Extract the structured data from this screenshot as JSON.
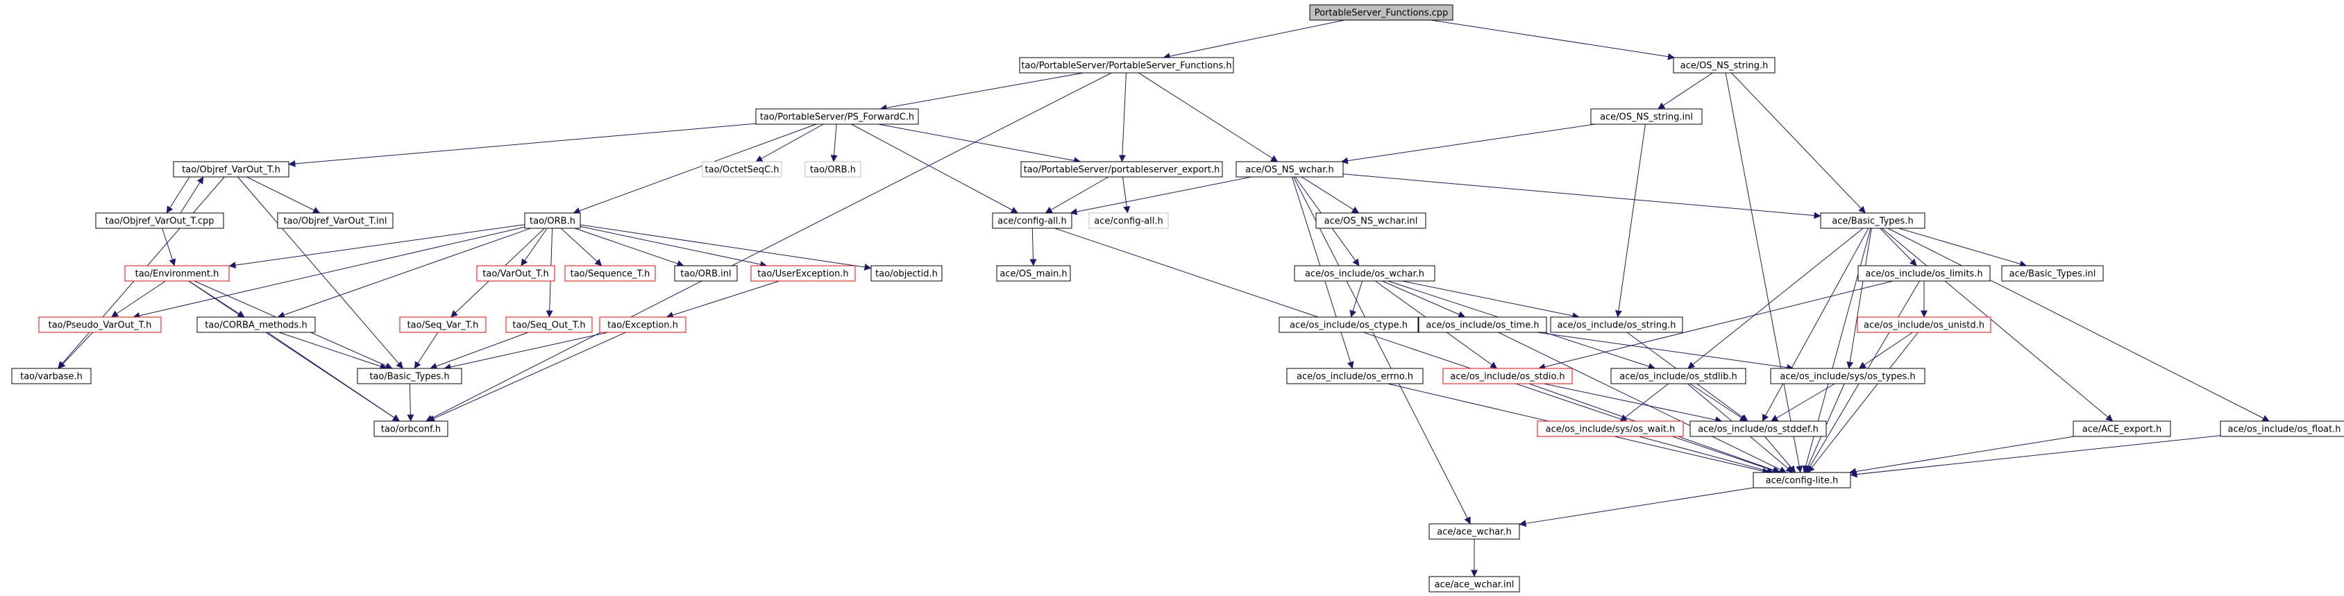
{
  "nodes": [
    {
      "id": "root",
      "label": "PortableServer_Functions.cpp",
      "style": "root"
    },
    {
      "id": "psf_h",
      "label": "tao/PortableServer/PortableServer_Functions.h",
      "style": "normal"
    },
    {
      "id": "os_ns_string_h",
      "label": "ace/OS_NS_string.h",
      "style": "normal"
    },
    {
      "id": "ps_fwd",
      "label": "tao/PortableServer/PS_ForwardC.h",
      "style": "normal"
    },
    {
      "id": "os_ns_string_inl",
      "label": "ace/OS_NS_string.inl",
      "style": "normal"
    },
    {
      "id": "objref_h",
      "label": "tao/Objref_VarOut_T.h",
      "style": "normal"
    },
    {
      "id": "octetseq",
      "label": "tao/OctetSeqC.h",
      "style": "grey"
    },
    {
      "id": "orb_h_grey",
      "label": "tao/ORB.h",
      "style": "grey"
    },
    {
      "id": "ps_export",
      "label": "tao/PortableServer/portableserver_export.h",
      "style": "normal"
    },
    {
      "id": "os_ns_wchar_h",
      "label": "ace/OS_NS_wchar.h",
      "style": "normal"
    },
    {
      "id": "objref_cpp",
      "label": "tao/Objref_VarOut_T.cpp",
      "style": "normal"
    },
    {
      "id": "objref_inl",
      "label": "tao/Objref_VarOut_T.inl",
      "style": "normal"
    },
    {
      "id": "orb_h",
      "label": "tao/ORB.h",
      "style": "normal"
    },
    {
      "id": "config_all_h",
      "label": "ace/config-all.h",
      "style": "normal"
    },
    {
      "id": "config_all_grey",
      "label": "ace/config-all.h",
      "style": "grey"
    },
    {
      "id": "os_ns_wchar_inl",
      "label": "ace/OS_NS_wchar.inl",
      "style": "normal"
    },
    {
      "id": "basic_types_ace",
      "label": "ace/Basic_Types.h",
      "style": "normal"
    },
    {
      "id": "environment",
      "label": "tao/Environment.h",
      "style": "red"
    },
    {
      "id": "varout",
      "label": "tao/VarOut_T.h",
      "style": "red"
    },
    {
      "id": "sequence",
      "label": "tao/Sequence_T.h",
      "style": "red"
    },
    {
      "id": "orb_inl",
      "label": "tao/ORB.inl",
      "style": "normal"
    },
    {
      "id": "userexc",
      "label": "tao/UserException.h",
      "style": "red"
    },
    {
      "id": "objectid",
      "label": "tao/objectid.h",
      "style": "normal"
    },
    {
      "id": "os_main",
      "label": "ace/OS_main.h",
      "style": "normal"
    },
    {
      "id": "os_wchar",
      "label": "ace/os_include/os_wchar.h",
      "style": "normal"
    },
    {
      "id": "os_limits",
      "label": "ace/os_include/os_limits.h",
      "style": "normal"
    },
    {
      "id": "basic_types_inl",
      "label": "ace/Basic_Types.inl",
      "style": "normal"
    },
    {
      "id": "pseudo",
      "label": "tao/Pseudo_VarOut_T.h",
      "style": "red"
    },
    {
      "id": "corba_methods",
      "label": "tao/CORBA_methods.h",
      "style": "normal"
    },
    {
      "id": "seq_var",
      "label": "tao/Seq_Var_T.h",
      "style": "red"
    },
    {
      "id": "seq_out",
      "label": "tao/Seq_Out_T.h",
      "style": "red"
    },
    {
      "id": "exception",
      "label": "tao/Exception.h",
      "style": "red"
    },
    {
      "id": "os_ctype",
      "label": "ace/os_include/os_ctype.h",
      "style": "normal"
    },
    {
      "id": "os_time",
      "label": "ace/os_include/os_time.h",
      "style": "normal"
    },
    {
      "id": "os_string",
      "label": "ace/os_include/os_string.h",
      "style": "normal"
    },
    {
      "id": "os_unistd",
      "label": "ace/os_include/os_unistd.h",
      "style": "red"
    },
    {
      "id": "varbase",
      "label": "tao/varbase.h",
      "style": "normal"
    },
    {
      "id": "basic_types_tao",
      "label": "tao/Basic_Types.h",
      "style": "normal"
    },
    {
      "id": "os_errno",
      "label": "ace/os_include/os_errno.h",
      "style": "normal"
    },
    {
      "id": "os_stdio",
      "label": "ace/os_include/os_stdio.h",
      "style": "red"
    },
    {
      "id": "os_stdlib",
      "label": "ace/os_include/os_stdlib.h",
      "style": "normal"
    },
    {
      "id": "os_types",
      "label": "ace/os_include/sys/os_types.h",
      "style": "normal"
    },
    {
      "id": "orbconf",
      "label": "tao/orbconf.h",
      "style": "normal"
    },
    {
      "id": "os_wait",
      "label": "ace/os_include/sys/os_wait.h",
      "style": "red"
    },
    {
      "id": "os_stddef",
      "label": "ace/os_include/os_stddef.h",
      "style": "normal"
    },
    {
      "id": "ace_export",
      "label": "ace/ACE_export.h",
      "style": "normal"
    },
    {
      "id": "os_float",
      "label": "ace/os_include/os_float.h",
      "style": "normal"
    },
    {
      "id": "config_lite",
      "label": "ace/config-lite.h",
      "style": "normal"
    },
    {
      "id": "ace_wchar_h",
      "label": "ace/ace_wchar.h",
      "style": "normal"
    },
    {
      "id": "ace_wchar_inl",
      "label": "ace/ace_wchar.inl",
      "style": "normal"
    }
  ],
  "edges": [
    [
      "root",
      "psf_h"
    ],
    [
      "root",
      "os_ns_string_h"
    ],
    [
      "psf_h",
      "ps_fwd"
    ],
    [
      "psf_h",
      "ps_export"
    ],
    [
      "psf_h",
      "os_ns_wchar_h"
    ],
    [
      "psf_h",
      "orbconf"
    ],
    [
      "os_ns_string_h",
      "os_ns_string_inl"
    ],
    [
      "os_ns_string_h",
      "basic_types_ace"
    ],
    [
      "os_ns_string_h",
      "config_lite"
    ],
    [
      "ps_fwd",
      "objref_h"
    ],
    [
      "ps_fwd",
      "octetseq"
    ],
    [
      "ps_fwd",
      "orb_h_grey"
    ],
    [
      "ps_fwd",
      "ps_export"
    ],
    [
      "ps_fwd",
      "orb_h"
    ],
    [
      "ps_fwd",
      "config_all_h"
    ],
    [
      "os_ns_string_inl",
      "os_ns_wchar_h"
    ],
    [
      "os_ns_string_inl",
      "os_string"
    ],
    [
      "objref_h",
      "objref_cpp"
    ],
    [
      "objref_h",
      "objref_inl"
    ],
    [
      "objref_h",
      "varbase"
    ],
    [
      "objref_h",
      "basic_types_tao"
    ],
    [
      "objref_cpp",
      "objref_h"
    ],
    [
      "objref_cpp",
      "environment"
    ],
    [
      "ps_export",
      "config_all_h"
    ],
    [
      "ps_export",
      "config_all_grey"
    ],
    [
      "os_ns_wchar_h",
      "config_all_h"
    ],
    [
      "os_ns_wchar_h",
      "os_ns_wchar_inl"
    ],
    [
      "os_ns_wchar_h",
      "basic_types_ace"
    ],
    [
      "os_ns_wchar_h",
      "os_wchar"
    ],
    [
      "os_ns_wchar_h",
      "os_errno"
    ],
    [
      "os_ns_wchar_h",
      "ace_wchar_h"
    ],
    [
      "orb_h",
      "environment"
    ],
    [
      "orb_h",
      "varout"
    ],
    [
      "orb_h",
      "sequence"
    ],
    [
      "orb_h",
      "orb_inl"
    ],
    [
      "orb_h",
      "userexc"
    ],
    [
      "orb_h",
      "objectid"
    ],
    [
      "orb_h",
      "pseudo"
    ],
    [
      "orb_h",
      "corba_methods"
    ],
    [
      "orb_h",
      "seq_var"
    ],
    [
      "orb_h",
      "seq_out"
    ],
    [
      "config_all_h",
      "os_main"
    ],
    [
      "config_all_h",
      "config_lite"
    ],
    [
      "basic_types_ace",
      "os_limits"
    ],
    [
      "basic_types_ace",
      "basic_types_inl"
    ],
    [
      "basic_types_ace",
      "os_stdlib"
    ],
    [
      "basic_types_ace",
      "os_types"
    ],
    [
      "basic_types_ace",
      "ace_export"
    ],
    [
      "basic_types_ace",
      "os_float"
    ],
    [
      "basic_types_ace",
      "config_lite"
    ],
    [
      "basic_types_ace",
      "os_stddef"
    ],
    [
      "environment",
      "pseudo"
    ],
    [
      "environment",
      "corba_methods"
    ],
    [
      "environment",
      "basic_types_tao"
    ],
    [
      "environment",
      "orbconf"
    ],
    [
      "userexc",
      "exception"
    ],
    [
      "os_wchar",
      "os_ctype"
    ],
    [
      "os_wchar",
      "os_time"
    ],
    [
      "os_wchar",
      "os_string"
    ],
    [
      "os_wchar",
      "os_stdio"
    ],
    [
      "os_wchar",
      "os_stdlib"
    ],
    [
      "os_limits",
      "os_unistd"
    ],
    [
      "os_limits",
      "os_stdio"
    ],
    [
      "os_limits",
      "config_lite"
    ],
    [
      "pseudo",
      "varbase"
    ],
    [
      "corba_methods",
      "basic_types_tao"
    ],
    [
      "corba_methods",
      "orbconf"
    ],
    [
      "seq_var",
      "basic_types_tao"
    ],
    [
      "seq_out",
      "basic_types_tao"
    ],
    [
      "exception",
      "basic_types_tao"
    ],
    [
      "exception",
      "orbconf"
    ],
    [
      "os_time",
      "os_types"
    ],
    [
      "os_time",
      "config_lite"
    ],
    [
      "os_string",
      "os_stddef"
    ],
    [
      "os_unistd",
      "os_types"
    ],
    [
      "os_unistd",
      "config_lite"
    ],
    [
      "basic_types_tao",
      "orbconf"
    ],
    [
      "os_errno",
      "config_lite"
    ],
    [
      "os_stdio",
      "os_stddef"
    ],
    [
      "os_stdio",
      "config_lite"
    ],
    [
      "os_stdlib",
      "os_wait"
    ],
    [
      "os_stdlib",
      "os_stddef"
    ],
    [
      "os_stdlib",
      "config_lite"
    ],
    [
      "os_types",
      "os_stddef"
    ],
    [
      "os_types",
      "config_lite"
    ],
    [
      "os_wait",
      "config_lite"
    ],
    [
      "os_stddef",
      "config_lite"
    ],
    [
      "ace_export",
      "config_lite"
    ],
    [
      "os_float",
      "config_lite"
    ],
    [
      "config_lite",
      "ace_wchar_h"
    ],
    [
      "ace_wchar_h",
      "ace_wchar_inl"
    ]
  ],
  "colors": {
    "edge": "#191970",
    "node_border": "#000000",
    "red_border": "#ff0000",
    "grey_border": "#bfbfbf",
    "grey_text": "#808080",
    "root_fill": "#bfbfbf",
    "node_fill": "#ffffff"
  }
}
